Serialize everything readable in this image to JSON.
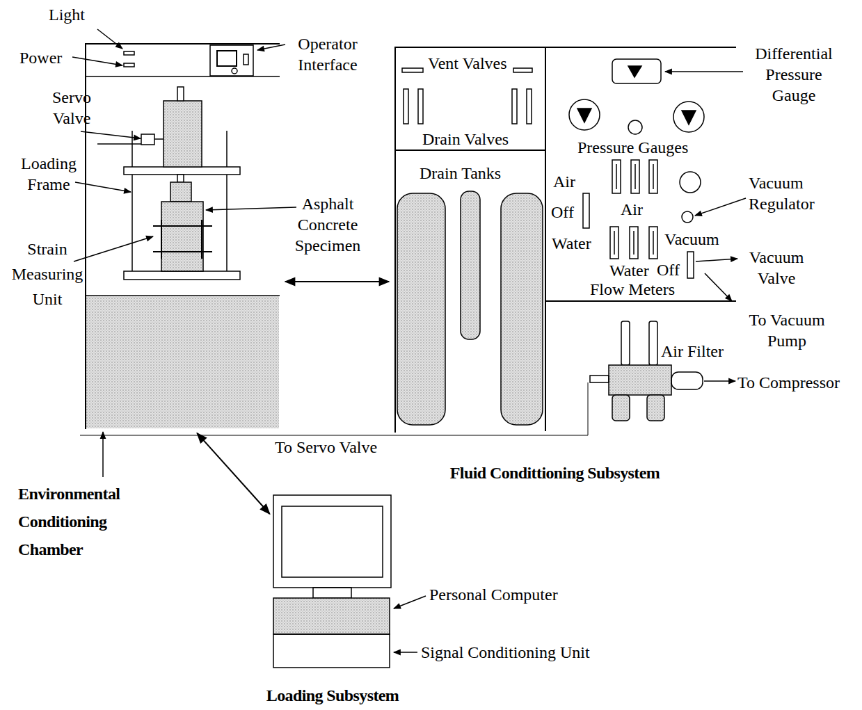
{
  "diagram": {
    "nodes": [
      {
        "text": [
          "Environmental Conditioning Chamber"
        ]
      },
      {
        "text": [
          "Fluid Condittioning Subsystem"
        ]
      },
      {
        "text": [
          "Vent Valves",
          "Drain Valves"
        ],
        "in": 1
      },
      {
        "text": [
          "Drain Tanks"
        ],
        "in": 1
      },
      {
        "text": [
          "Loading Subsystem"
        ]
      }
    ],
    "edges": [
      {
        "from": 0,
        "to": 1,
        "arrow": "both"
      },
      {
        "from": 0,
        "to": 4,
        "arrow": "both"
      }
    ],
    "labels": [
      "Light",
      "Power",
      "Operator Interface",
      "Servo Valve",
      "Loading Frame",
      "Asphalt Concrete Specimen",
      "Strain Measuring Unit",
      "Differential Pressure Gauge",
      "Pressure Gauges",
      "Air",
      "Off",
      "Water",
      "Air",
      "Vacuum Regulator",
      "Vacuum",
      "Off",
      "Water",
      "Flow Meters",
      "Vacuum Valve",
      "To Vacuum Pump",
      "Air Filter",
      "To Compressor",
      "To Servo Valve",
      "Personal Computer",
      "Signal Conditioning Unit"
    ]
  }
}
